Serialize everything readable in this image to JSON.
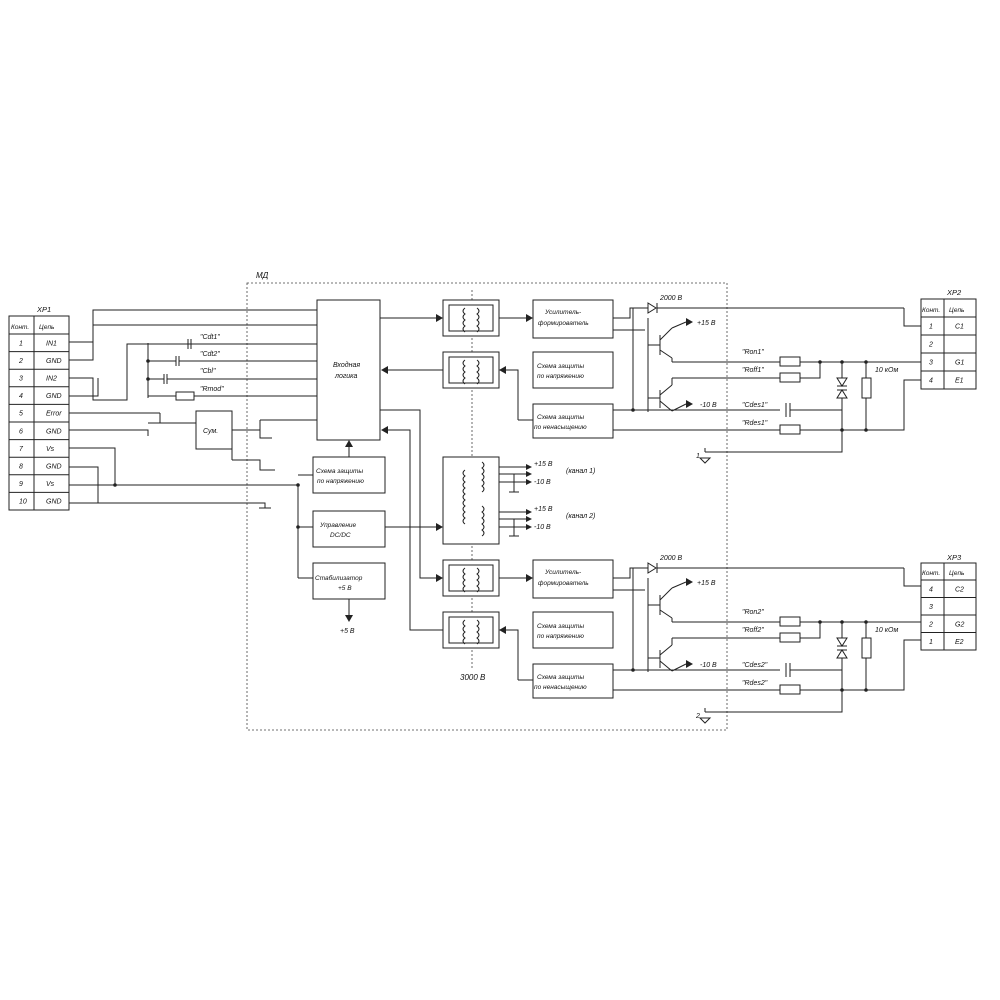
{
  "module_label": "МД",
  "isolation_label": "3000 В",
  "xp1": {
    "title": "XP1",
    "headers": [
      "Конт.",
      "Цепь"
    ],
    "rows": [
      [
        "1",
        "IN1"
      ],
      [
        "2",
        "GND"
      ],
      [
        "3",
        "IN2"
      ],
      [
        "4",
        "GND"
      ],
      [
        "5",
        "Error"
      ],
      [
        "6",
        "GND"
      ],
      [
        "7",
        "Vs"
      ],
      [
        "8",
        "GND"
      ],
      [
        "9",
        "Vs"
      ],
      [
        "10",
        "GND"
      ]
    ]
  },
  "xp2": {
    "title": "XP2",
    "headers": [
      "Конт.",
      "Цепь"
    ],
    "rows": [
      [
        "1",
        "C1"
      ],
      [
        "2",
        ""
      ],
      [
        "3",
        "G1"
      ],
      [
        "4",
        "E1"
      ]
    ]
  },
  "xp3": {
    "title": "XP3",
    "headers": [
      "Конт.",
      "Цепь"
    ],
    "rows": [
      [
        "4",
        "C2"
      ],
      [
        "3",
        ""
      ],
      [
        "2",
        "G2"
      ],
      [
        "1",
        "E2"
      ]
    ]
  },
  "components": {
    "cdt1": "\"Cdt1\"",
    "cdt2": "\"Cdt2\"",
    "cbl": "\"Cbl\"",
    "rmod": "\"Rmod\""
  },
  "blocks": {
    "input_logic": [
      "Входная",
      "логика"
    ],
    "sum": "Сум.",
    "overvoltage_main": [
      "Схема защиты",
      "по напряжению"
    ],
    "dcdc": [
      "Управление",
      "DC/DC"
    ],
    "stabilizer": [
      "Стабилизатор",
      "+5 В"
    ],
    "plus5": "+5 В",
    "amp": [
      "Усилитель-",
      "формирователь"
    ],
    "prot_voltage": [
      "Схема защиты",
      "по напряжению"
    ],
    "prot_desat": [
      "Схема защиты",
      "по ненасыщению"
    ]
  },
  "psu": {
    "p15": "+15 В",
    "m10": "-10 В",
    "ch1": "(канал 1)",
    "ch2": "(канал 2)"
  },
  "channel1": {
    "diode_v": "2000 В",
    "p15": "+15 В",
    "m10": "-10 В",
    "ron": "\"Ron1\"",
    "roff": "\"Roff1\"",
    "cdes": "\"Cdes1\"",
    "rdes": "\"Rdes1\"",
    "rge": "10 кОм",
    "gnd": "1"
  },
  "channel2": {
    "diode_v": "2000 В",
    "p15": "+15 В",
    "m10": "-10 В",
    "ron": "\"Ron2\"",
    "roff": "\"Roff2\"",
    "cdes": "\"Cdes2\"",
    "rdes": "\"Rdes2\"",
    "rge": "10 кОм",
    "gnd": "2"
  }
}
